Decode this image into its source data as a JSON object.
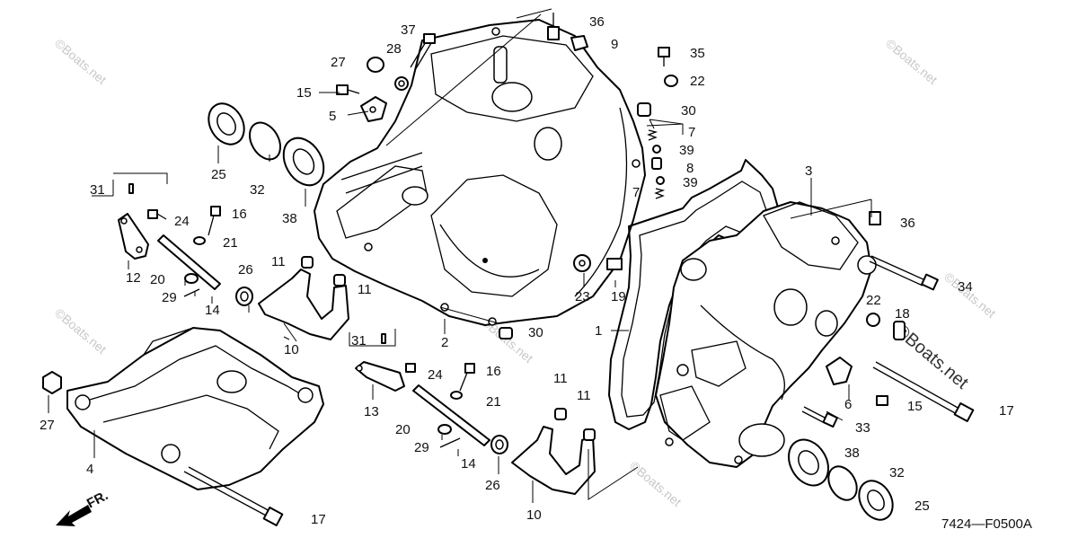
{
  "figure_id": "7424—F0500A",
  "direction_label": "FR.",
  "watermarks": [
    "©Boats.net",
    "©Boats.net",
    "©Boats.net",
    "©Boats.net",
    "©Boats.net",
    "©Boats.net"
  ],
  "center_watermark": "©Boats.net",
  "callouts": {
    "c1": "1",
    "c2": "2",
    "c3": "3",
    "c4": "4",
    "c5": "5",
    "c15a": "15",
    "c6": "6",
    "c7a": "7",
    "c7b": "7",
    "c8": "8",
    "c9": "9",
    "c10a": "10",
    "c10b": "10",
    "c11a": "11",
    "c11b": "11",
    "c11c": "11",
    "c11d": "11",
    "c12": "12",
    "c13": "13",
    "c14a": "14",
    "c14b": "14",
    "c15b": "15",
    "c16a": "16",
    "c16b": "16",
    "c17a": "17",
    "c17b": "17",
    "c18": "18",
    "c19": "19",
    "c20a": "20",
    "c20b": "20",
    "c21a": "21",
    "c21b": "21",
    "c22a": "22",
    "c22b": "22",
    "c23": "23",
    "c24a": "24",
    "c24b": "24",
    "c25a": "25",
    "c25b": "25",
    "c26a": "26",
    "c26b": "26",
    "c27a": "27",
    "c27b": "27",
    "c28": "28",
    "c29a": "29",
    "c29b": "29",
    "c30a": "30",
    "c30b": "30",
    "c31a": "31",
    "c31b": "31",
    "c32a": "32",
    "c32b": "32",
    "c33": "33",
    "c34": "34",
    "c35": "35",
    "c36a": "36",
    "c36b": "36",
    "c37": "37",
    "c38a": "38",
    "c38b": "38",
    "c39a": "39",
    "c39b": "39"
  }
}
